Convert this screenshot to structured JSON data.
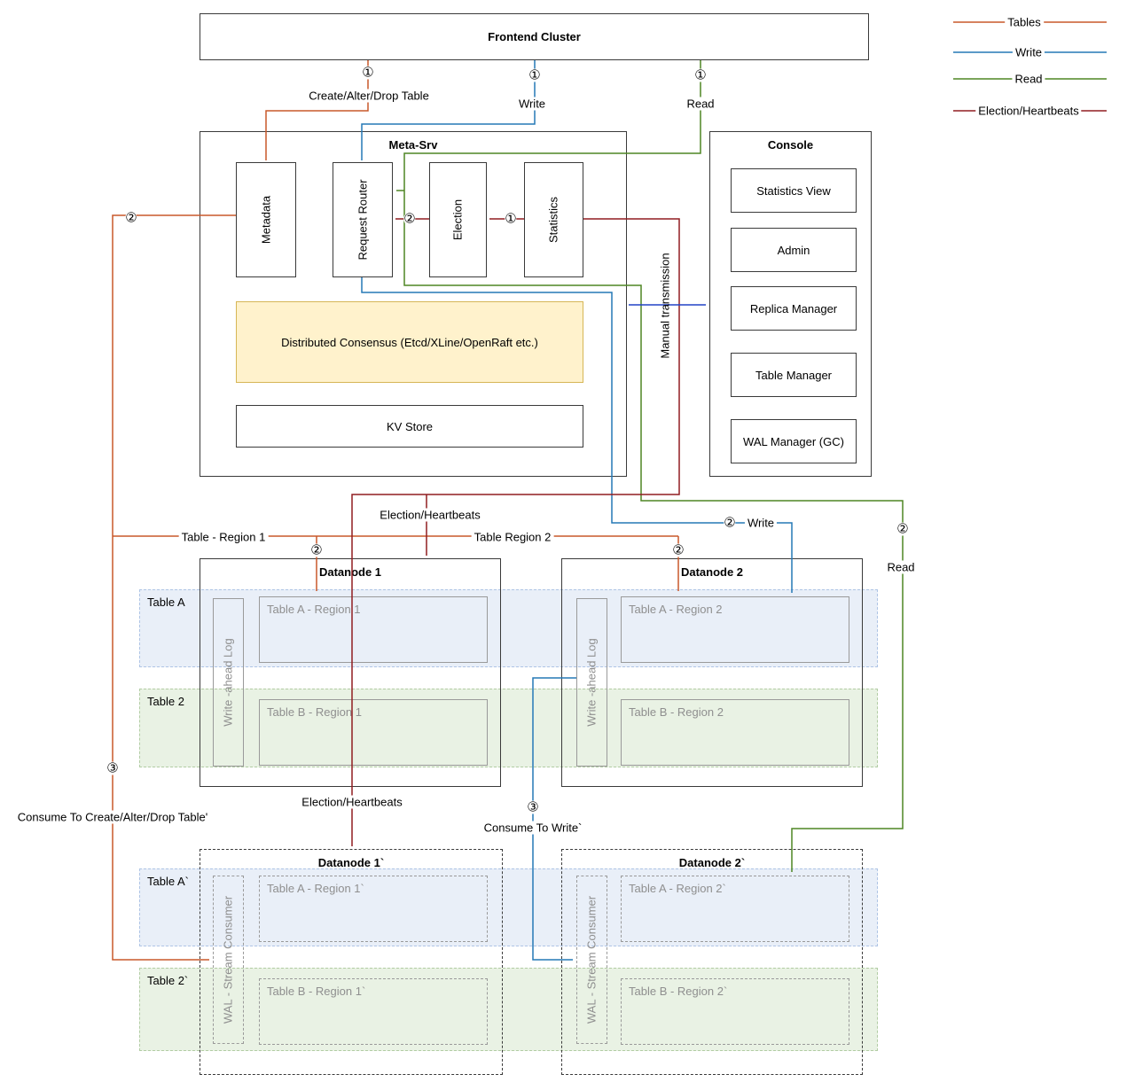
{
  "colors": {
    "tables_orange": "#C8582A",
    "write_blue": "#2579B6",
    "read_green": "#4F8624",
    "election_red": "#901D20",
    "manual_blue": "#2242C6",
    "consensus_fill": "#FFF2CC",
    "band_blue": "#E9EFF8",
    "band_green": "#E9F2E4"
  },
  "legend": {
    "items": [
      {
        "label": "Tables"
      },
      {
        "label": "Write"
      },
      {
        "label": "Read"
      },
      {
        "label": "Election/Heartbeats"
      }
    ]
  },
  "frontend_cluster": {
    "title": "Frontend Cluster"
  },
  "meta_srv": {
    "title": "Meta-Srv",
    "metadata": "Metadata",
    "request_router": "Request Router",
    "election": "Election",
    "statistics": "Statistics",
    "consensus": "Distributed Consensus (Etcd/XLine/OpenRaft etc.)",
    "kv_store": "KV Store"
  },
  "console": {
    "title": "Console",
    "items": [
      "Statistics View",
      "Admin",
      "Replica Manager",
      "Table Manager",
      "WAL Manager (GC)"
    ]
  },
  "bands": {
    "table_a": "Table A",
    "table_2": "Table 2",
    "table_a_prime": "Table A`",
    "table_2_prime": "Table 2`"
  },
  "datanode1": {
    "title": "Datanode 1",
    "wal": "Write -ahead Log",
    "region_a": "Table A - Region 1",
    "region_b": "Table B - Region 1"
  },
  "datanode2": {
    "title": "Datanode 2",
    "wal": "Write -ahead Log",
    "region_a": "Table A - Region 2",
    "region_b": "Table B - Region 2"
  },
  "datanode1p": {
    "title": "Datanode 1`",
    "wal": "WAL - Stream Consumer",
    "region_a": "Table A - Region 1`",
    "region_b": "Table B - Region 1`"
  },
  "datanode2p": {
    "title": "Datanode 2`",
    "wal": "WAL - Stream Consumer",
    "region_a": "Table A - Region 2`",
    "region_b": "Table B - Region 2`"
  },
  "edge_labels": {
    "create_table": "Create/Alter/Drop Table",
    "write_top": "Write",
    "read_top": "Read",
    "manual_transmission": "Manual transmission",
    "election_heartbeats": "Election/Heartbeats",
    "table_region_1": "Table - Region 1",
    "table_region_2": "Table Region 2",
    "write_mid": "Write",
    "read_mid": "Read",
    "consume_create": "Consume To Create/Alter/Drop Table'",
    "consume_write": "Consume To Write`"
  },
  "markers": {
    "one": "①",
    "two": "②",
    "three": "③"
  }
}
